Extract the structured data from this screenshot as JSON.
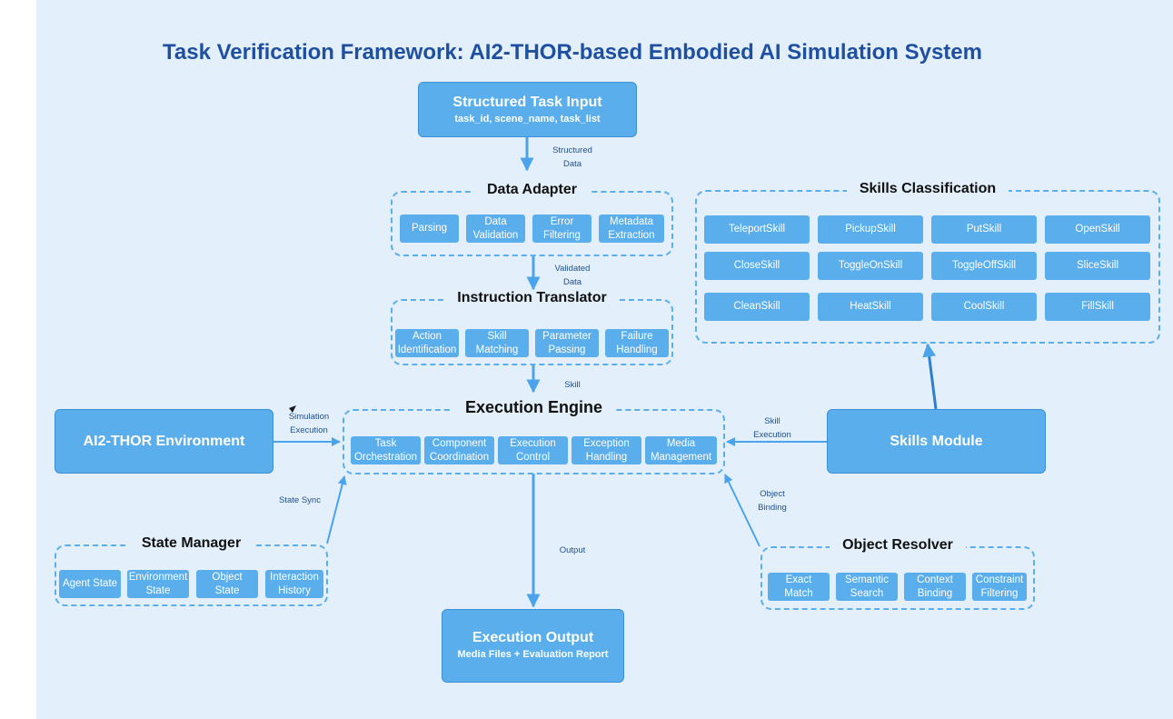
{
  "title": "Task Verification Framework: AI2-THOR-based Embodied AI Simulation System",
  "task_input": {
    "title": "Structured Task Input",
    "subtitle": "task_id, scene_name, task_list"
  },
  "data_adapter": {
    "title": "Data Adapter",
    "items": [
      "Parsing",
      "Data\nValidation",
      "Error\nFiltering",
      "Metadata\nExtraction"
    ]
  },
  "instruction_translator": {
    "title": "Instruction Translator",
    "items": [
      "Action\nIdentification",
      "Skill\nMatching",
      "Parameter\nPassing",
      "Failure\nHandling"
    ]
  },
  "execution_engine": {
    "title": "Execution Engine",
    "items": [
      "Task\nOrchestration",
      "Component\nCoordination",
      "Execution\nControl",
      "Exception\nHandling",
      "Media\nManagement"
    ]
  },
  "skills_classification": {
    "title": "Skills Classification",
    "items": [
      "TeleportSkill",
      "PickupSkill",
      "PutSkill",
      "OpenSkill",
      "CloseSkill",
      "ToggleOnSkill",
      "ToggleOffSkill",
      "SliceSkill",
      "CleanSkill",
      "HeatSkill",
      "CoolSkill",
      "FillSkill"
    ]
  },
  "environment": {
    "title": "AI2-THOR Environment"
  },
  "skills_module": {
    "title": "Skills Module"
  },
  "state_manager": {
    "title": "State Manager",
    "items": [
      "Agent State",
      "Environment\nState",
      "Object\nState",
      "Interaction\nHistory"
    ]
  },
  "object_resolver": {
    "title": "Object Resolver",
    "items": [
      "Exact\nMatch",
      "Semantic\nSearch",
      "Context\nBinding",
      "Constraint\nFiltering"
    ]
  },
  "execution_output": {
    "title": "Execution Output",
    "subtitle": "Media Files + Evaluation Report"
  },
  "edge_labels": {
    "structured_data": "Structured\nData",
    "validated_data": "Validated\nData",
    "skill": "Skill",
    "simulation_execution": "Simulation\nExecution",
    "skill_execution": "Skill\nExecution",
    "state_sync": "State Sync",
    "object_binding": "Object\nBinding",
    "output": "Output"
  },
  "colors": {
    "box": "#5aaeec",
    "border": "#3d8fd6",
    "arrow": "#4ba3ec",
    "background": "#e3f0fb",
    "title": "#1f4fa0"
  }
}
